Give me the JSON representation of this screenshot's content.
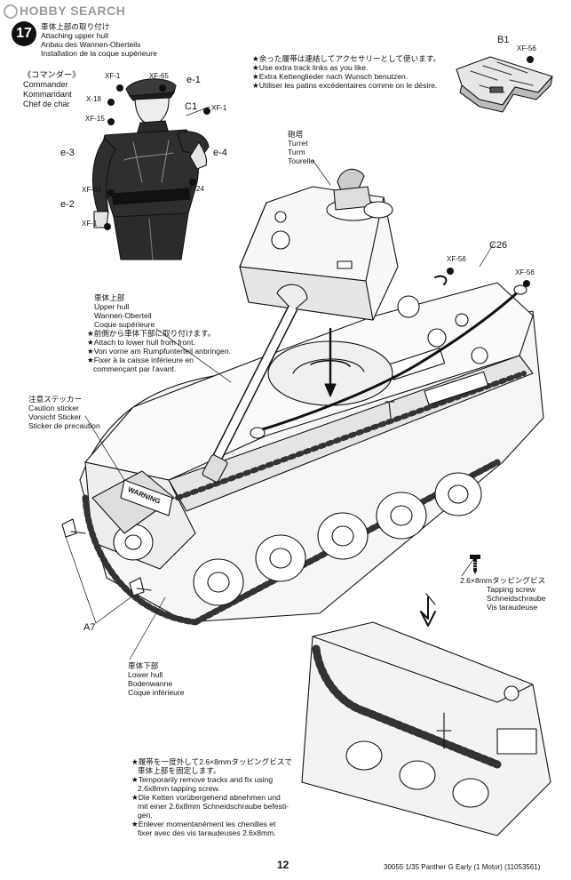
{
  "watermark": {
    "brand": "HOBBY SEARCH"
  },
  "step": {
    "number": "17",
    "title_lines": [
      "車体上部の取り付け",
      "Attaching upper hull",
      "Anbau des Wannen-Oberteils",
      "Installation de la coque supérieure"
    ]
  },
  "commander": {
    "label_lines": [
      "《コマンダー》",
      "Commander",
      "Kommandant",
      "Chef de char"
    ],
    "paints": [
      "XF-1",
      "XF-65",
      "X-18",
      "XF-15",
      "XF-1",
      "XF-64",
      "XF-24",
      "XF-1"
    ],
    "parts": [
      "e-1",
      "C1",
      "e-3",
      "e-4",
      "e-2"
    ]
  },
  "track_note": {
    "lines": [
      "★余った履帯は連結してアクセサリーとして使います。",
      "★Use extra track links as you like.",
      "★Extra Kettenglieder nach Wunsch benutzen.",
      "★Utiliser les patins excédentaires comme on le désire."
    ]
  },
  "track_part": {
    "part": "B1",
    "paint": "XF-56"
  },
  "turret": {
    "label_lines": [
      "砲塔",
      "Turret",
      "Turm",
      "Tourelle"
    ]
  },
  "cable": {
    "part": "C26",
    "paint_left": "XF-56",
    "paint_right": "XF-56"
  },
  "upper_hull": {
    "label_lines": [
      "車体上部",
      "Upper hull",
      "Wannen-Oberteil",
      "Coque supérieure"
    ],
    "note_lines": [
      "★前側から車体下部に取り付けます。",
      "★Attach to lower hull from front.",
      "★Von vorne am Rumpfunterteil anbringen.",
      "★Fixer à la caisse inférieure en",
      "commençant par l'avant."
    ]
  },
  "caution_sticker": {
    "lines": [
      "注意ステッカー",
      "Caution sticker",
      "Vorsicht Sticker",
      "Sticker de precaution"
    ]
  },
  "warning_decal": {
    "text": "WARNING"
  },
  "tapping_screw": {
    "lines": [
      "2.6×8mmタッピングビス",
      "Tapping screw",
      "Schneidschraube",
      "Vis taraudeuse"
    ]
  },
  "part_a7": {
    "label": "A7"
  },
  "lower_hull": {
    "lines": [
      "車体下部",
      "Lower hull",
      "Bodenwanne",
      "Coque inférieure"
    ]
  },
  "bottom_note": {
    "lines": [
      "★履帯を一度外して2.6×8mmタッピングビスで",
      "車体上部を固定します。",
      "★Temporarily remove tracks and fix using",
      "2.6x8mm tapping screw.",
      "★Die Ketten vorübergehend abnehmen und",
      "mit einer 2.6x8mm Schneidschraube befesti-",
      "gen.",
      "★Enlever momentanément les chenilles et",
      "fixer avec des vis taraudeuses 2.6x8mm."
    ]
  },
  "footer": {
    "page_number": "12",
    "product_code": "30055 1/35 Panther G Early (1 Motor) (11053561)"
  }
}
